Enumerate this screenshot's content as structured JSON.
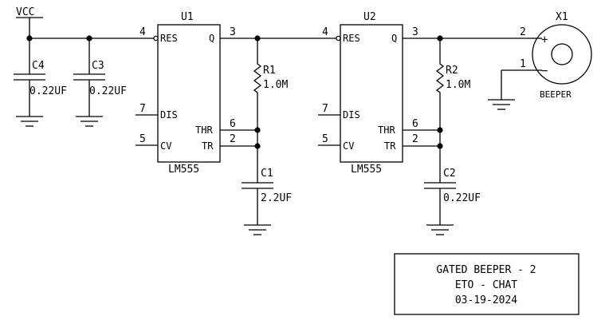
{
  "power": {
    "vcc": "VCC"
  },
  "u1": {
    "ref": "U1",
    "part": "LM555",
    "pins": {
      "res": "RES",
      "q": "Q",
      "dis": "DIS",
      "cv": "CV",
      "thr": "THR",
      "tr": "TR"
    },
    "pin_numbers": {
      "res": "4",
      "q": "3",
      "dis": "7",
      "cv": "5",
      "thr": "6",
      "tr": "2"
    }
  },
  "u2": {
    "ref": "U2",
    "part": "LM555",
    "pins": {
      "res": "RES",
      "q": "Q",
      "dis": "DIS",
      "cv": "CV",
      "thr": "THR",
      "tr": "TR"
    },
    "pin_numbers": {
      "res": "4",
      "q": "3",
      "dis": "7",
      "cv": "5",
      "thr": "6",
      "tr": "2"
    }
  },
  "c4": {
    "ref": "C4",
    "value": "0.22UF"
  },
  "c3": {
    "ref": "C3",
    "value": "0.22UF"
  },
  "r1": {
    "ref": "R1",
    "value": "1.0M"
  },
  "c1": {
    "ref": "C1",
    "value": "2.2UF"
  },
  "r2": {
    "ref": "R2",
    "value": "1.0M"
  },
  "c2": {
    "ref": "C2",
    "value": "0.22UF"
  },
  "x1": {
    "ref": "X1",
    "label": "BEEPER",
    "pin_numbers": {
      "pos": "2",
      "neg": "1"
    },
    "plus": "+",
    "minus": "−"
  },
  "title_block": {
    "line1": "GATED BEEPER - 2",
    "line2": "ETO - CHAT",
    "line3": "03-19-2024"
  }
}
